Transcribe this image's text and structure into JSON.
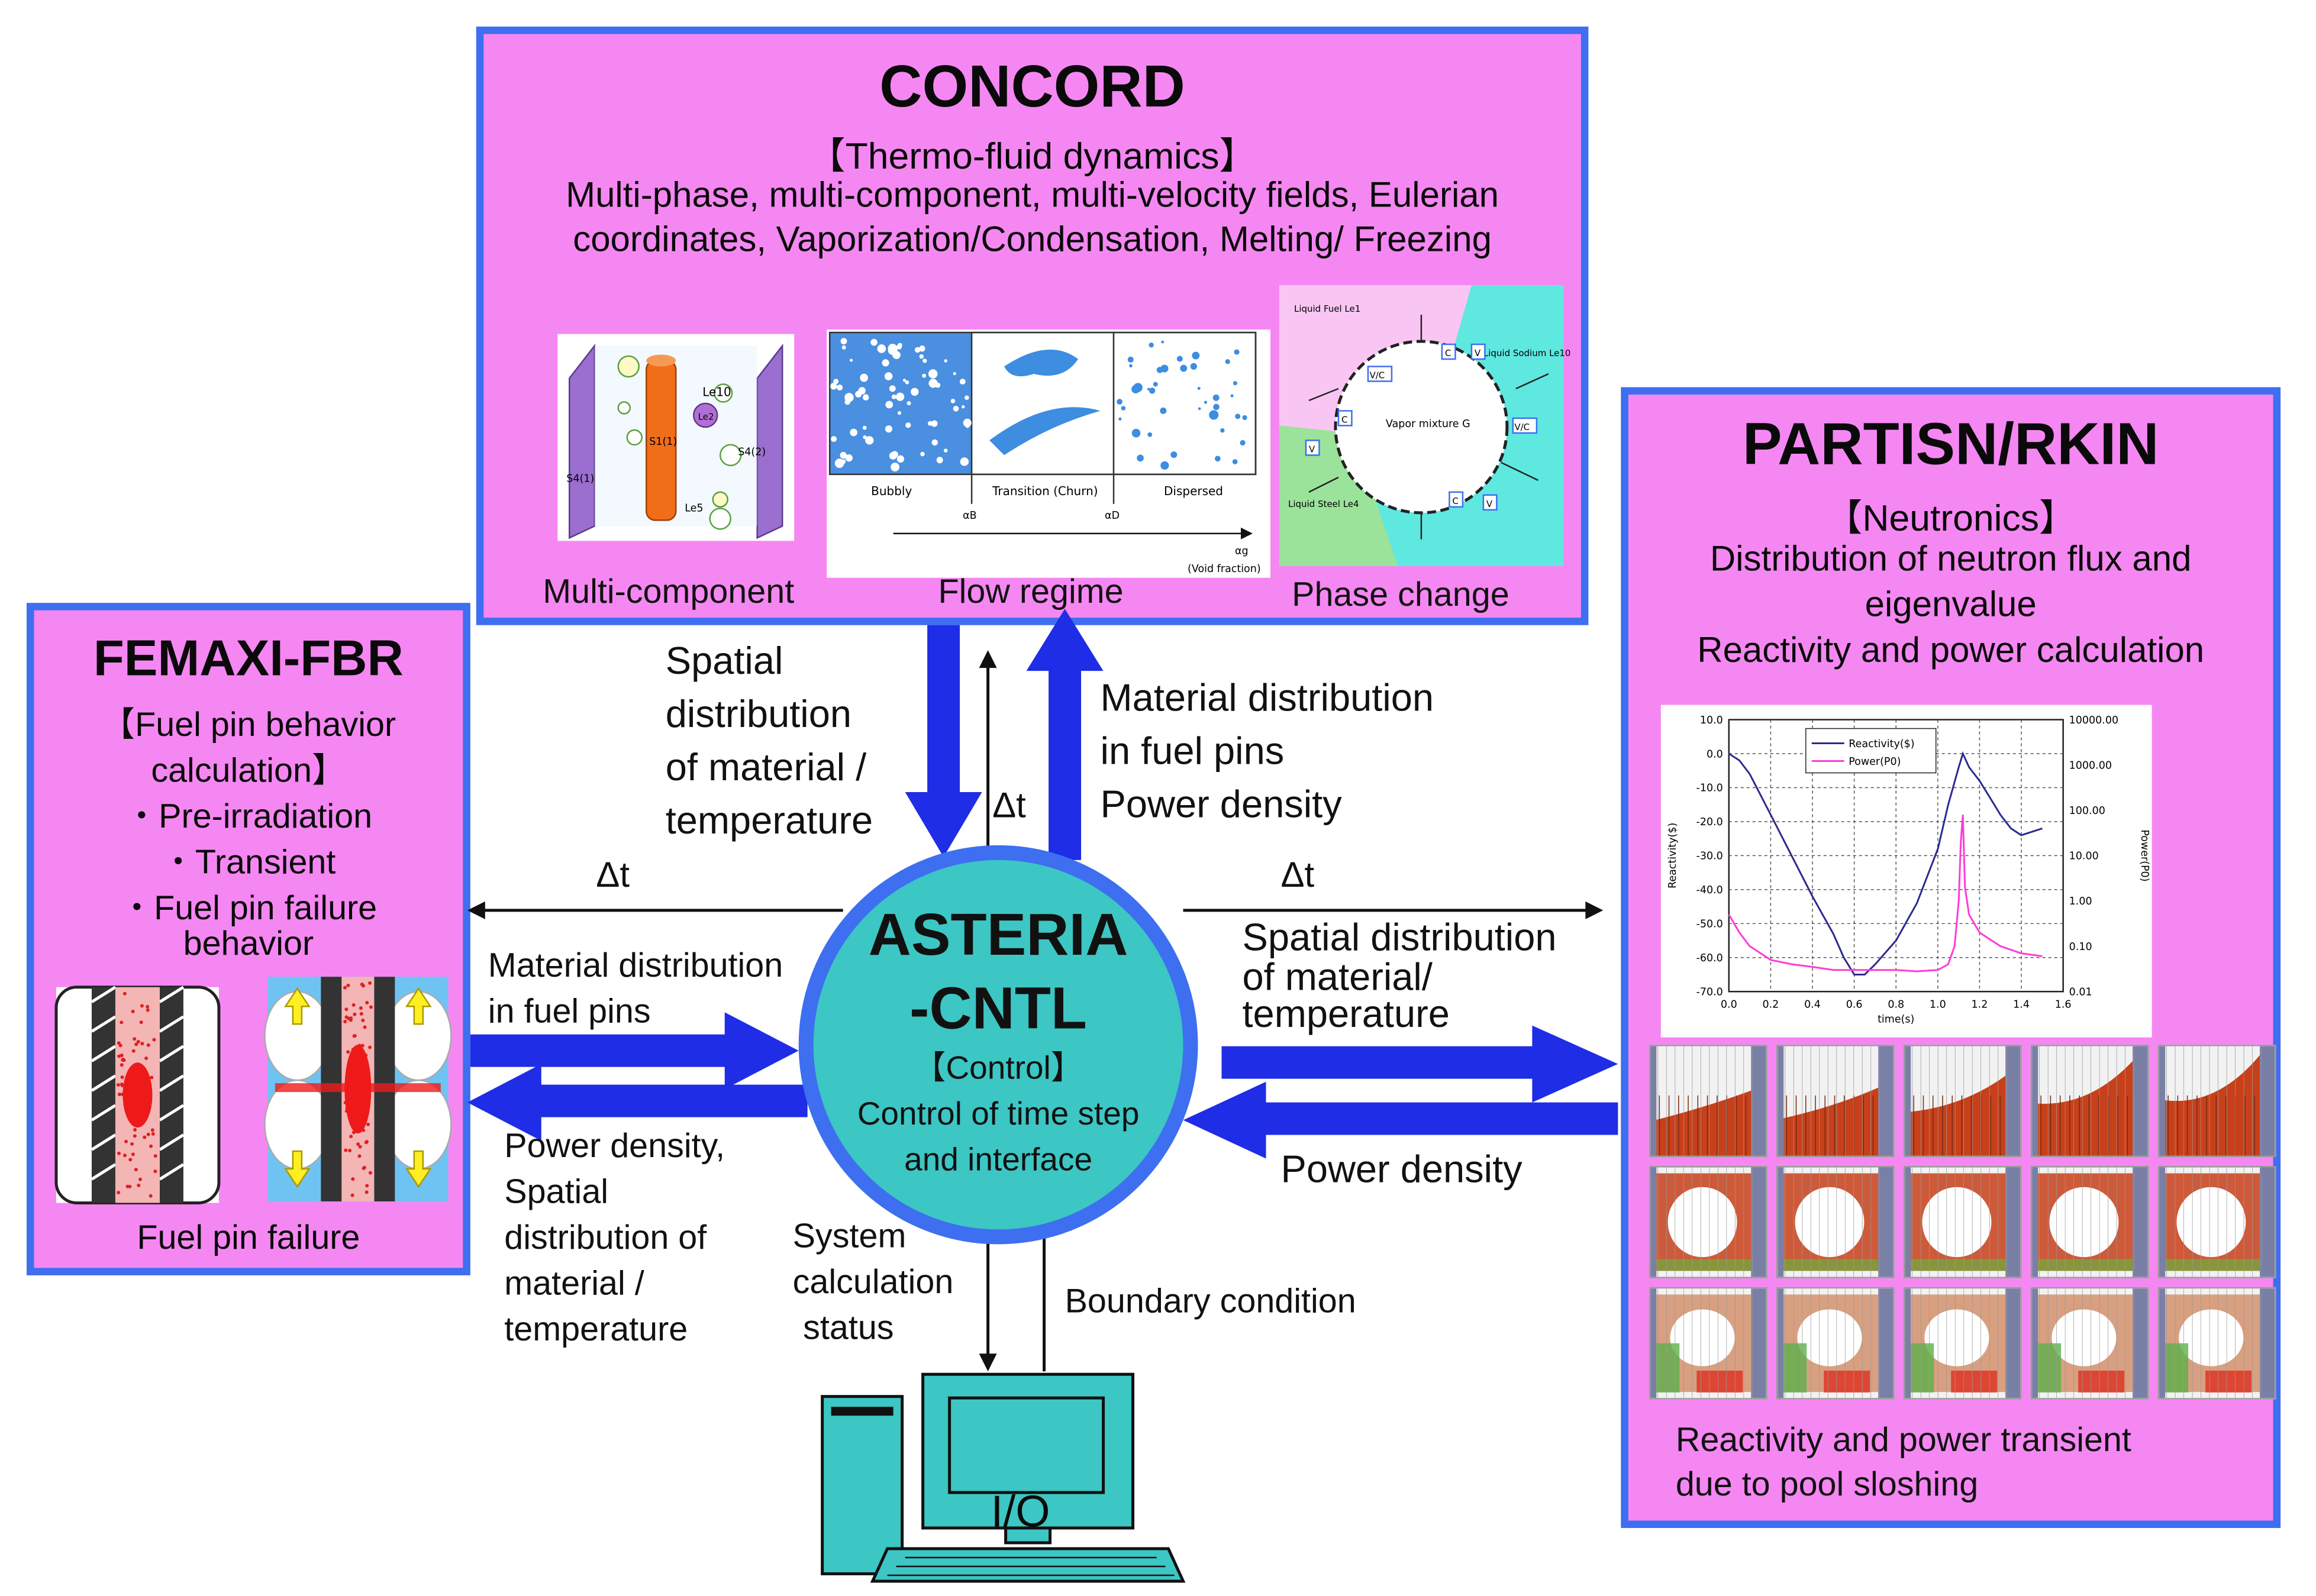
{
  "concord": {
    "title": "CONCORD",
    "subtitle": "【Thermo-fluid dynamics】",
    "desc1": "Multi-phase, multi-component, multi-velocity fields, Eulerian",
    "desc2": "coordinates, Vaporization/Condensation, Melting/ Freezing",
    "img1_caption": "Multi-component",
    "img2_caption": "Flow regime",
    "img3_caption": "Phase change",
    "mc_labels": [
      "Le10",
      "S1(1)",
      "Le2",
      "S4(2)",
      "S4(1)",
      "Le5"
    ],
    "flow_labels": [
      "Bubbly",
      "Transition (Churn)",
      "Dispersed",
      "αB",
      "αD",
      "αg",
      "(Void fraction)"
    ],
    "phase_labels": [
      "Liquid Fuel Le1",
      "Liquid Sodium Le10",
      "Liquid Steel Le4",
      "Vapor mixture G",
      "V/C",
      "C",
      "V"
    ]
  },
  "femaxi": {
    "title": "FEMAXI-FBR",
    "line1": "【Fuel pin behavior",
    "line2": "calculation】",
    "bullet1": "・Pre-irradiation",
    "bullet2": "・Transient",
    "bullet3": "・Fuel pin failure",
    "bullet3b": "behavior",
    "caption": "Fuel pin failure"
  },
  "partisn": {
    "title": "PARTISN/RKIN",
    "subtitle": "【Neutronics】",
    "line1": "Distribution of neutron flux and",
    "line2": "eigenvalue",
    "line3": "Reactivity and power calculation",
    "caption1": "Reactivity and power transient",
    "caption2": "due to pool sloshing"
  },
  "center": {
    "title1": "ASTERIA",
    "title2": "-CNTL",
    "line1": "【Control】",
    "line2": "Control of time step",
    "line3": "and interface",
    "color": "#3cc6c4",
    "ring": "#3d6ff0"
  },
  "io": {
    "label": "I/O"
  },
  "arrows": {
    "to_concord_1": "Spatial",
    "to_concord_2": "distribution",
    "to_concord_3": "of material /",
    "to_concord_4": "temperature",
    "dt_top": "Δt",
    "from_concord_1": "Material distribution",
    "from_concord_2": "in fuel pins",
    "from_concord_3": "Power density",
    "dt_left": "Δt",
    "dt_right": "Δt",
    "left_in_1": "Material distribution",
    "left_in_2": "in fuel pins",
    "left_out_1": "Power density,",
    "left_out_2": "Spatial",
    "left_out_3": "distribution of",
    "left_out_4": "material /",
    "left_out_5": "temperature",
    "right_out_1": "Spatial distribution",
    "right_out_2": "of material/",
    "right_out_3": "temperature",
    "right_in_1": "Power density",
    "sys_1": "System",
    "sys_2": "calculation",
    "sys_3": "status",
    "boundary": "Boundary condition"
  },
  "chart_data": {
    "type": "line",
    "x_ticks": [
      "0.0",
      "0.2",
      "0.4",
      "0.6",
      "0.8",
      "1.0",
      "1.2",
      "1.4",
      "1.6"
    ],
    "y_ticks": [
      "10.0",
      "0.0",
      "-10.0",
      "-20.0",
      "-30.0",
      "-40.0",
      "-50.0",
      "-60.0",
      "-70.0"
    ],
    "y2_ticks": [
      "10000.00",
      "1000.00",
      "100.00",
      "10.00",
      "1.00",
      "0.10",
      "0.01"
    ],
    "xlabel": "time(s)",
    "ylabel": "Reactivity($)",
    "y2label": "Power(P0)",
    "xlim": [
      0,
      1.6
    ],
    "ylim": [
      -70,
      10
    ],
    "y2lim_log10": [
      -2,
      4
    ],
    "grid": true,
    "legend_position": "top-left",
    "series": [
      {
        "name": "Reactivity($)",
        "color": "#2b2b8f",
        "axis": "left",
        "x": [
          0.0,
          0.05,
          0.1,
          0.2,
          0.3,
          0.4,
          0.5,
          0.55,
          0.6,
          0.65,
          0.7,
          0.8,
          0.9,
          1.0,
          1.05,
          1.1,
          1.12,
          1.15,
          1.2,
          1.25,
          1.3,
          1.35,
          1.4,
          1.45,
          1.5
        ],
        "values": [
          0.0,
          -2.0,
          -6.0,
          -18.0,
          -30.0,
          -42.0,
          -53.0,
          -60.0,
          -65.0,
          -65.0,
          -62.0,
          -55.0,
          -44.0,
          -28.0,
          -15.0,
          -4.0,
          0.0,
          -4.0,
          -8.0,
          -13.0,
          -18.0,
          -22.0,
          -24.0,
          -23.0,
          -22.0
        ]
      },
      {
        "name": "Power(P0)",
        "color": "#ff3bd6",
        "axis": "right",
        "x": [
          0.0,
          0.05,
          0.1,
          0.2,
          0.3,
          0.4,
          0.5,
          0.6,
          0.7,
          0.8,
          0.9,
          1.0,
          1.05,
          1.08,
          1.1,
          1.11,
          1.12,
          1.13,
          1.15,
          1.2,
          1.3,
          1.4,
          1.5
        ],
        "values": [
          0.5,
          0.2,
          0.1,
          0.05,
          0.04,
          0.035,
          0.03,
          0.03,
          0.03,
          0.03,
          0.028,
          0.03,
          0.04,
          0.1,
          1.0,
          20,
          80,
          2.0,
          0.5,
          0.2,
          0.1,
          0.07,
          0.06
        ]
      }
    ]
  }
}
